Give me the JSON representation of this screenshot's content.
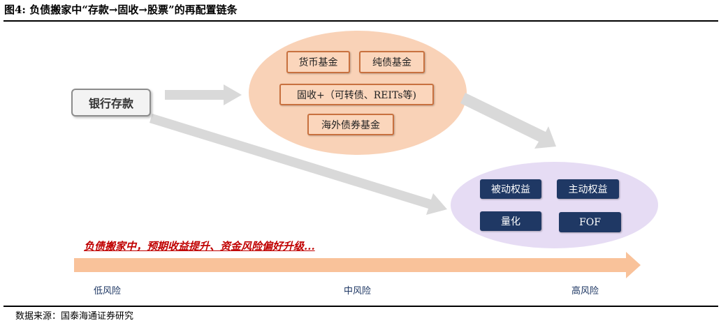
{
  "title": "图4: 负债搬家中“存款→固收→股票”的再配置链条",
  "bank_deposit": "银行存款",
  "fixed_income_assets": {
    "money_fund": "货币基金",
    "pure_bond_fund": "纯债基金",
    "fixed_plus": "固收+（可转债、REITs等)",
    "overseas_bond_fund": "海外债券基金"
  },
  "equity_assets": {
    "passive_equity": "被动权益",
    "active_equity": "主动权益",
    "quant": "量化",
    "fof": "FOF"
  },
  "caption": "负债搬家中，预期收益提升、资金风险偏好升级...",
  "risk_levels": {
    "low": "低风险",
    "mid": "中风险",
    "high": "高风险"
  },
  "source": "数据来源：国泰海通证券研究",
  "colors": {
    "fixed_income_ellipse": "#f9d2b7",
    "equity_ellipse": "#e6dcf4",
    "orange_border": "#c8713f",
    "navy": "#1f3864",
    "risk_arrow": "#f9c29a",
    "caption_red": "#c00000",
    "flow_arrow": "#d9d9d9"
  }
}
